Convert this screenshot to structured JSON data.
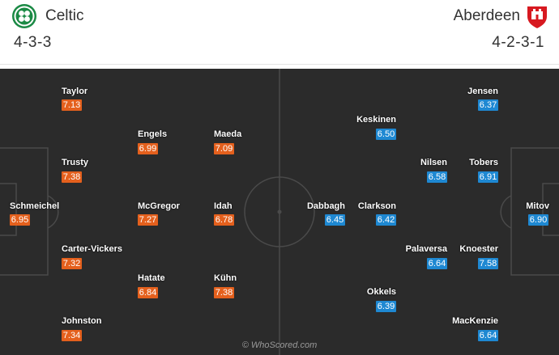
{
  "home": {
    "name": "Celtic",
    "formation": "4-3-3",
    "rating_color": "#e4601d",
    "crest_icon": "celtic-crest-icon",
    "players": [
      {
        "name": "Taylor",
        "rating": "7.13"
      },
      {
        "name": "Engels",
        "rating": "6.99"
      },
      {
        "name": "Maeda",
        "rating": "7.09"
      },
      {
        "name": "Trusty",
        "rating": "7.38"
      },
      {
        "name": "Schmeichel",
        "rating": "6.95"
      },
      {
        "name": "McGregor",
        "rating": "7.27"
      },
      {
        "name": "Idah",
        "rating": "6.78"
      },
      {
        "name": "Carter-Vickers",
        "rating": "7.32"
      },
      {
        "name": "Hatate",
        "rating": "6.84"
      },
      {
        "name": "Kühn",
        "rating": "7.38"
      },
      {
        "name": "Johnston",
        "rating": "7.34"
      }
    ]
  },
  "away": {
    "name": "Aberdeen",
    "formation": "4-2-3-1",
    "rating_color": "#1e88d2",
    "crest_icon": "aberdeen-crest-icon",
    "players": [
      {
        "name": "Jensen",
        "rating": "6.37"
      },
      {
        "name": "Keskinen",
        "rating": "6.50"
      },
      {
        "name": "Nilsen",
        "rating": "6.58"
      },
      {
        "name": "Tobers",
        "rating": "6.91"
      },
      {
        "name": "Dabbagh",
        "rating": "6.45"
      },
      {
        "name": "Clarkson",
        "rating": "6.42"
      },
      {
        "name": "Mitov",
        "rating": "6.90"
      },
      {
        "name": "Palaversa",
        "rating": "6.64"
      },
      {
        "name": "Knoester",
        "rating": "7.58"
      },
      {
        "name": "Okkels",
        "rating": "6.39"
      },
      {
        "name": "MacKenzie",
        "rating": "6.64"
      }
    ]
  },
  "pitch": {
    "background": "#2b2b2b",
    "line_color": "#4a4a4a"
  },
  "watermark": "© WhoScored.com"
}
